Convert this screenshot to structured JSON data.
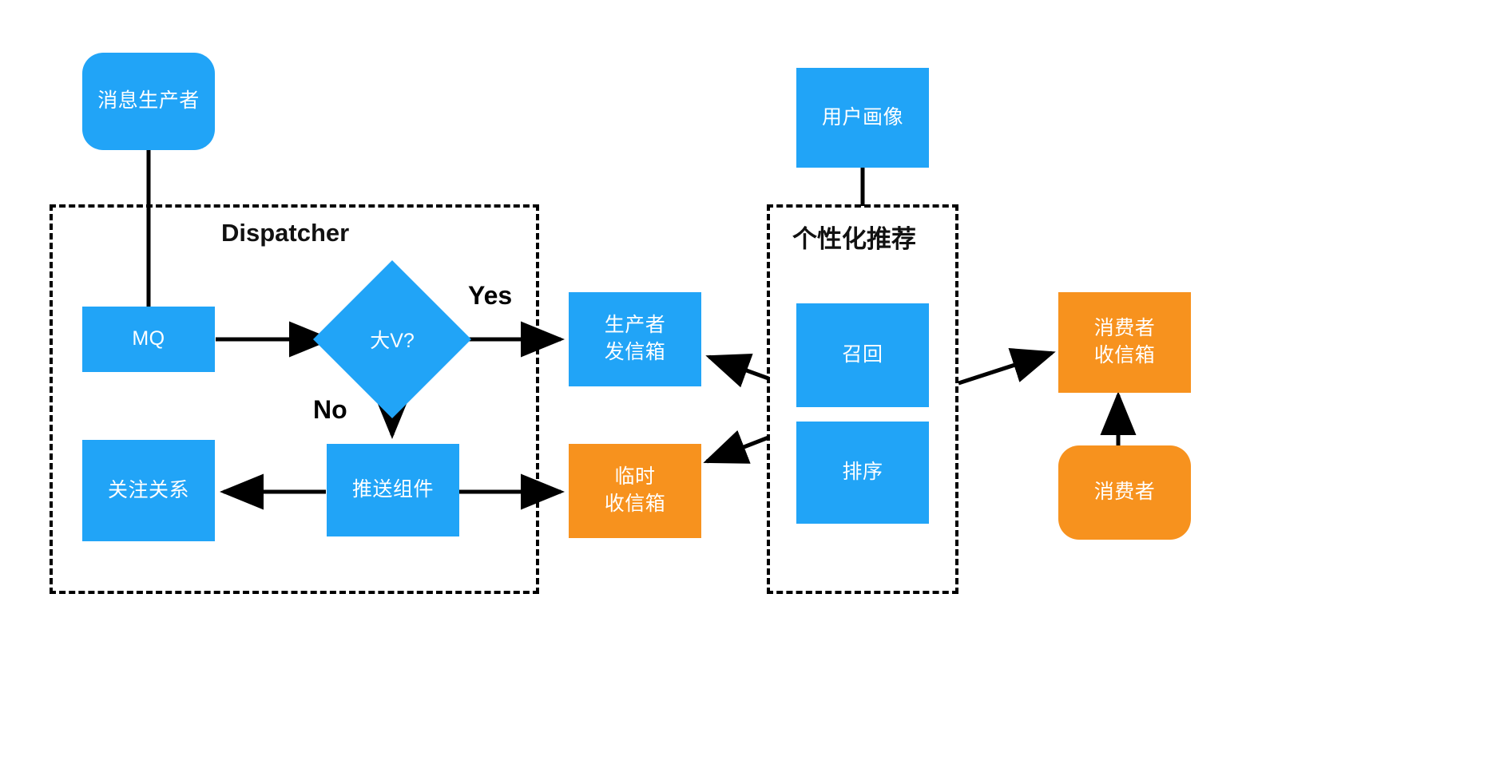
{
  "diagram": {
    "title_text": "",
    "colors": {
      "blue": "#21a4f7",
      "orange": "#f7921e",
      "line": "#000000",
      "background": "#ffffff",
      "node_text": "#ffffff",
      "label_text": "#000000"
    },
    "groups": [
      {
        "id": "dispatcher",
        "label": "Dispatcher"
      },
      {
        "id": "personalization",
        "label": "个性化推荐"
      }
    ],
    "nodes": [
      {
        "id": "message-producer",
        "label": "消息生产者",
        "shape": "rounded-rect",
        "color": "blue"
      },
      {
        "id": "mq",
        "label": "MQ",
        "shape": "rect",
        "color": "blue"
      },
      {
        "id": "big-v-decision",
        "label": "大V?",
        "shape": "diamond",
        "color": "blue"
      },
      {
        "id": "follow-relation",
        "label": "关注关系",
        "shape": "rect",
        "color": "blue"
      },
      {
        "id": "push-component",
        "label": "推送组件",
        "shape": "rect",
        "color": "blue"
      },
      {
        "id": "producer-outbox",
        "label": "生产者\n发信箱",
        "shape": "rect",
        "color": "blue"
      },
      {
        "id": "temp-inbox",
        "label": "临时\n收信箱",
        "shape": "rect",
        "color": "orange"
      },
      {
        "id": "user-profile",
        "label": "用户画像",
        "shape": "rect",
        "color": "blue"
      },
      {
        "id": "recall",
        "label": "召回",
        "shape": "rect",
        "color": "blue"
      },
      {
        "id": "ranking",
        "label": "排序",
        "shape": "rect",
        "color": "blue"
      },
      {
        "id": "consumer-inbox",
        "label": "消费者\n收信箱",
        "shape": "rect",
        "color": "orange"
      },
      {
        "id": "consumer",
        "label": "消费者",
        "shape": "rounded-rect",
        "color": "orange"
      }
    ],
    "edge_labels": [
      {
        "id": "yes-label",
        "label": "Yes"
      },
      {
        "id": "no-label",
        "label": "No"
      }
    ],
    "edges": [
      {
        "from": "message-producer",
        "to": "mq",
        "label": ""
      },
      {
        "from": "mq",
        "to": "big-v-decision",
        "label": ""
      },
      {
        "from": "big-v-decision",
        "to": "producer-outbox",
        "label": "Yes"
      },
      {
        "from": "big-v-decision",
        "to": "push-component",
        "label": "No"
      },
      {
        "from": "push-component",
        "to": "follow-relation",
        "label": ""
      },
      {
        "from": "push-component",
        "to": "temp-inbox",
        "label": ""
      },
      {
        "from": "user-profile",
        "to": "personalization",
        "label": ""
      },
      {
        "from": "personalization",
        "to": "producer-outbox",
        "label": ""
      },
      {
        "from": "personalization",
        "to": "temp-inbox",
        "label": ""
      },
      {
        "from": "personalization",
        "to": "consumer-inbox",
        "label": ""
      },
      {
        "from": "consumer",
        "to": "consumer-inbox",
        "label": ""
      }
    ]
  }
}
